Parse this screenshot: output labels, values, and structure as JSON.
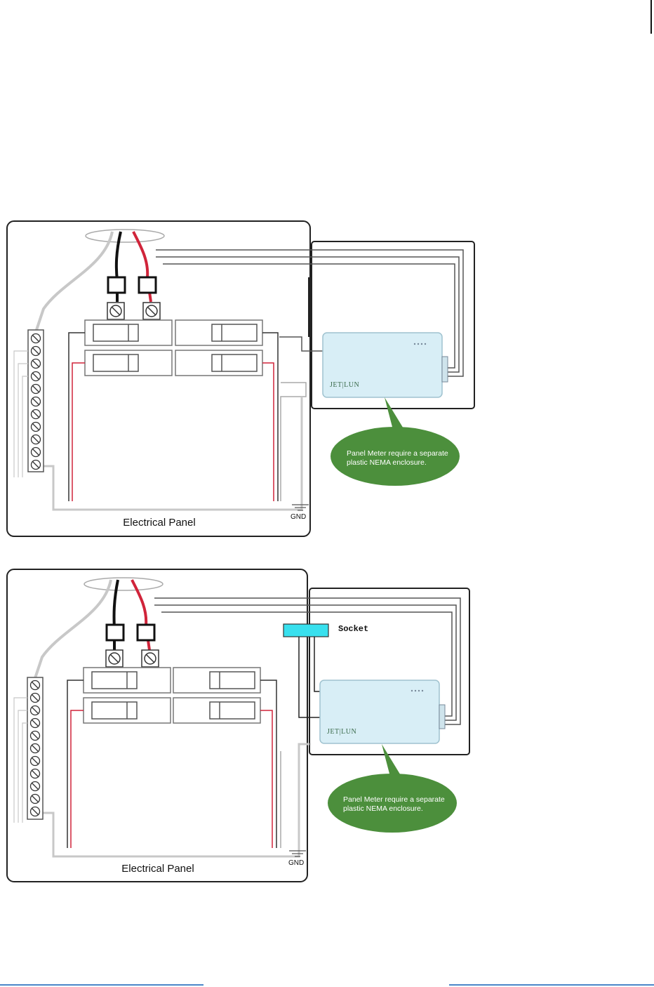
{
  "diagrams": [
    {
      "panel_label": "Electrical Panel",
      "gnd_label": "GND",
      "meter_brand": "JET|LUN",
      "callout_line1": "Panel Meter require a separate",
      "callout_line2": "plastic NEMA enclosure."
    },
    {
      "panel_label": "Electrical Panel",
      "gnd_label": "GND",
      "meter_brand": "JET|LUN",
      "callout_line1": "Panel Meter require a separate",
      "callout_line2": "plastic NEMA enclosure.",
      "socket_label": "Socket"
    }
  ],
  "colors": {
    "wire_hot": "#d0243a",
    "wire_black": "#111111",
    "wire_grey": "#c8c8c8",
    "meter_body": "#d8eef6",
    "callout_green": "#4c8f3c",
    "socket_fill": "#38e0ee",
    "footer_rule": "#4a86c8"
  }
}
